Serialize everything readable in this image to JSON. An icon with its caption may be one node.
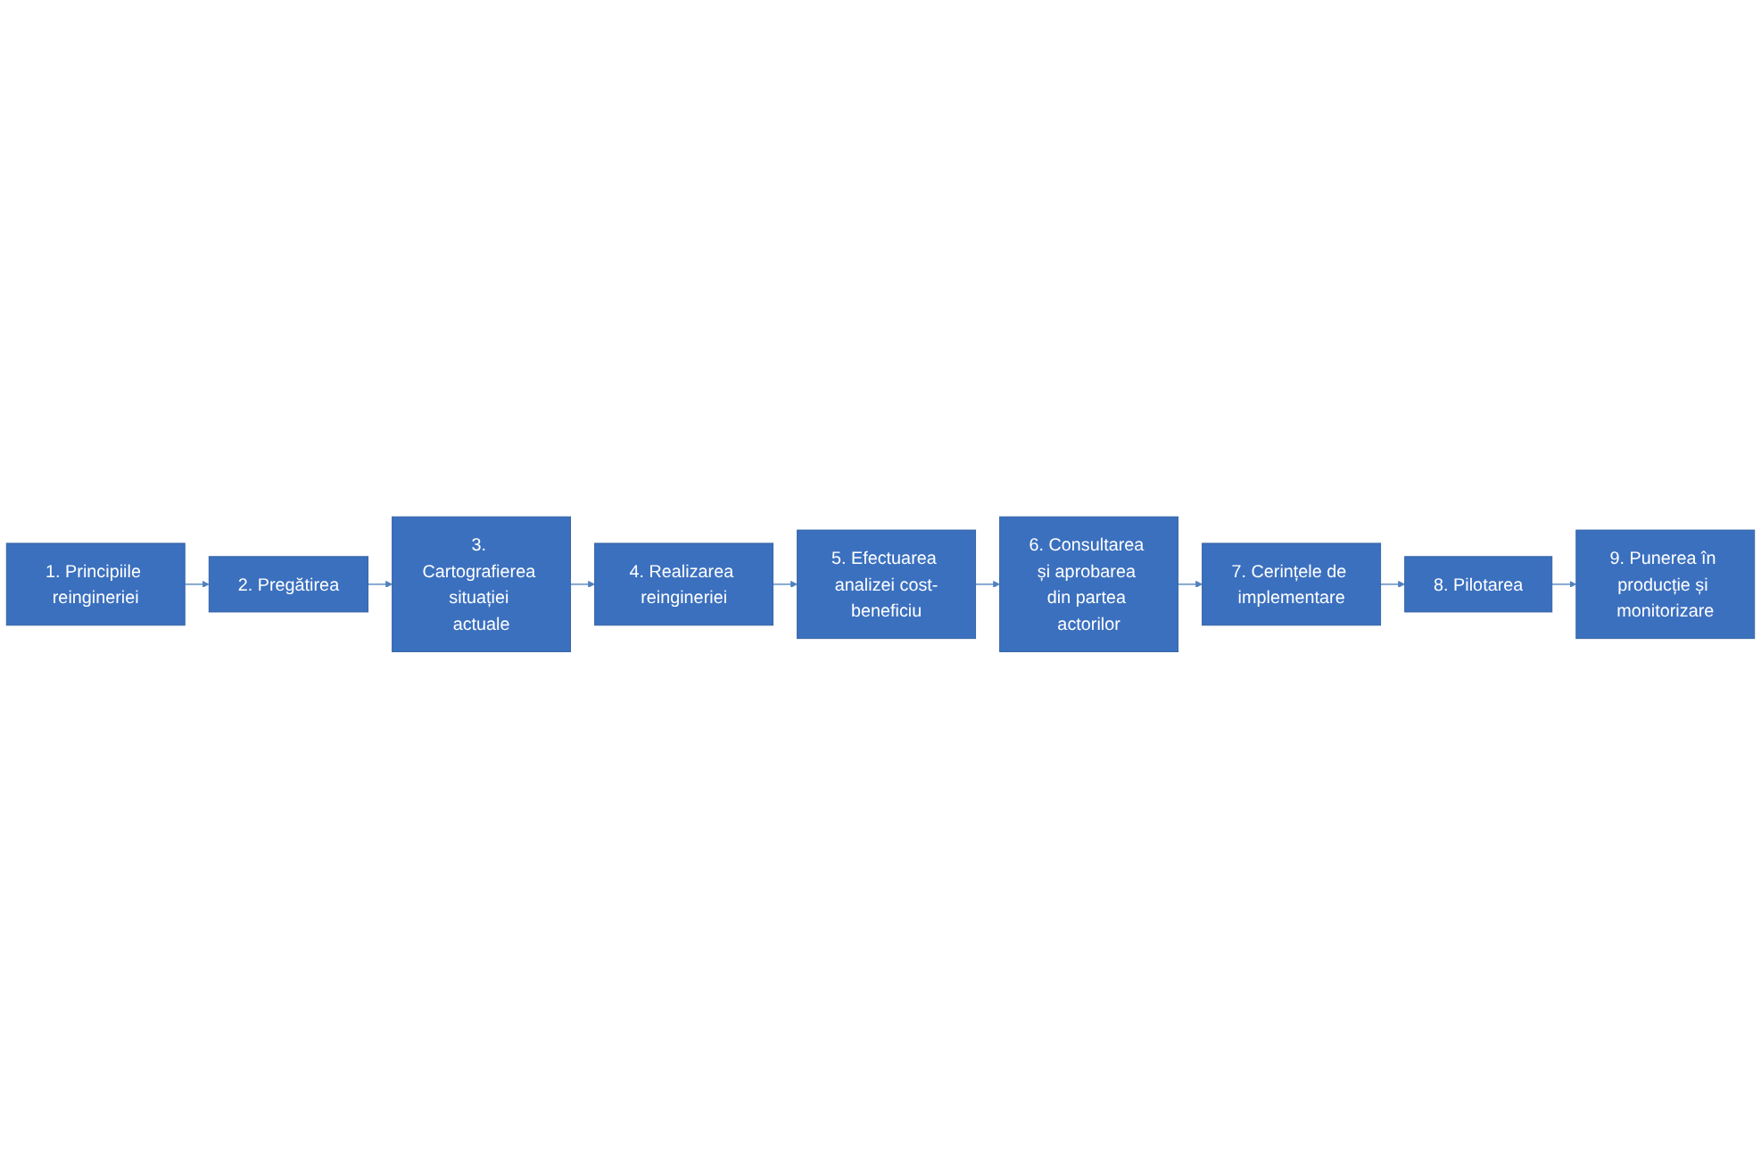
{
  "diagram": {
    "nodes": [
      {
        "text": [
          "1. Principiile reingineriei"
        ]
      },
      {
        "text": [
          "2. Pregătirea"
        ]
      },
      {
        "text": [
          "3. Cartografierea situației actuale"
        ]
      },
      {
        "text": [
          "4. Realizarea reingineriei"
        ]
      },
      {
        "text": [
          "5. Efectuarea analizei cost-beneficiu"
        ]
      },
      {
        "text": [
          "6. Consultarea și aprobarea din partea actorilor"
        ]
      },
      {
        "text": [
          "7. Cerințele de implementare"
        ]
      },
      {
        "text": [
          "8. Pilotarea"
        ]
      },
      {
        "text": [
          "9. Punerea în producție și monitorizare"
        ]
      }
    ],
    "edges": [
      {
        "from": 0,
        "to": 1,
        "arrow": "to"
      },
      {
        "from": 1,
        "to": 2,
        "arrow": "to"
      },
      {
        "from": 2,
        "to": 3,
        "arrow": "to"
      },
      {
        "from": 3,
        "to": 4,
        "arrow": "to"
      },
      {
        "from": 4,
        "to": 5,
        "arrow": "to"
      },
      {
        "from": 5,
        "to": 6,
        "arrow": "to"
      },
      {
        "from": 6,
        "to": 7,
        "arrow": "to"
      },
      {
        "from": 7,
        "to": 8,
        "arrow": "to"
      }
    ]
  }
}
